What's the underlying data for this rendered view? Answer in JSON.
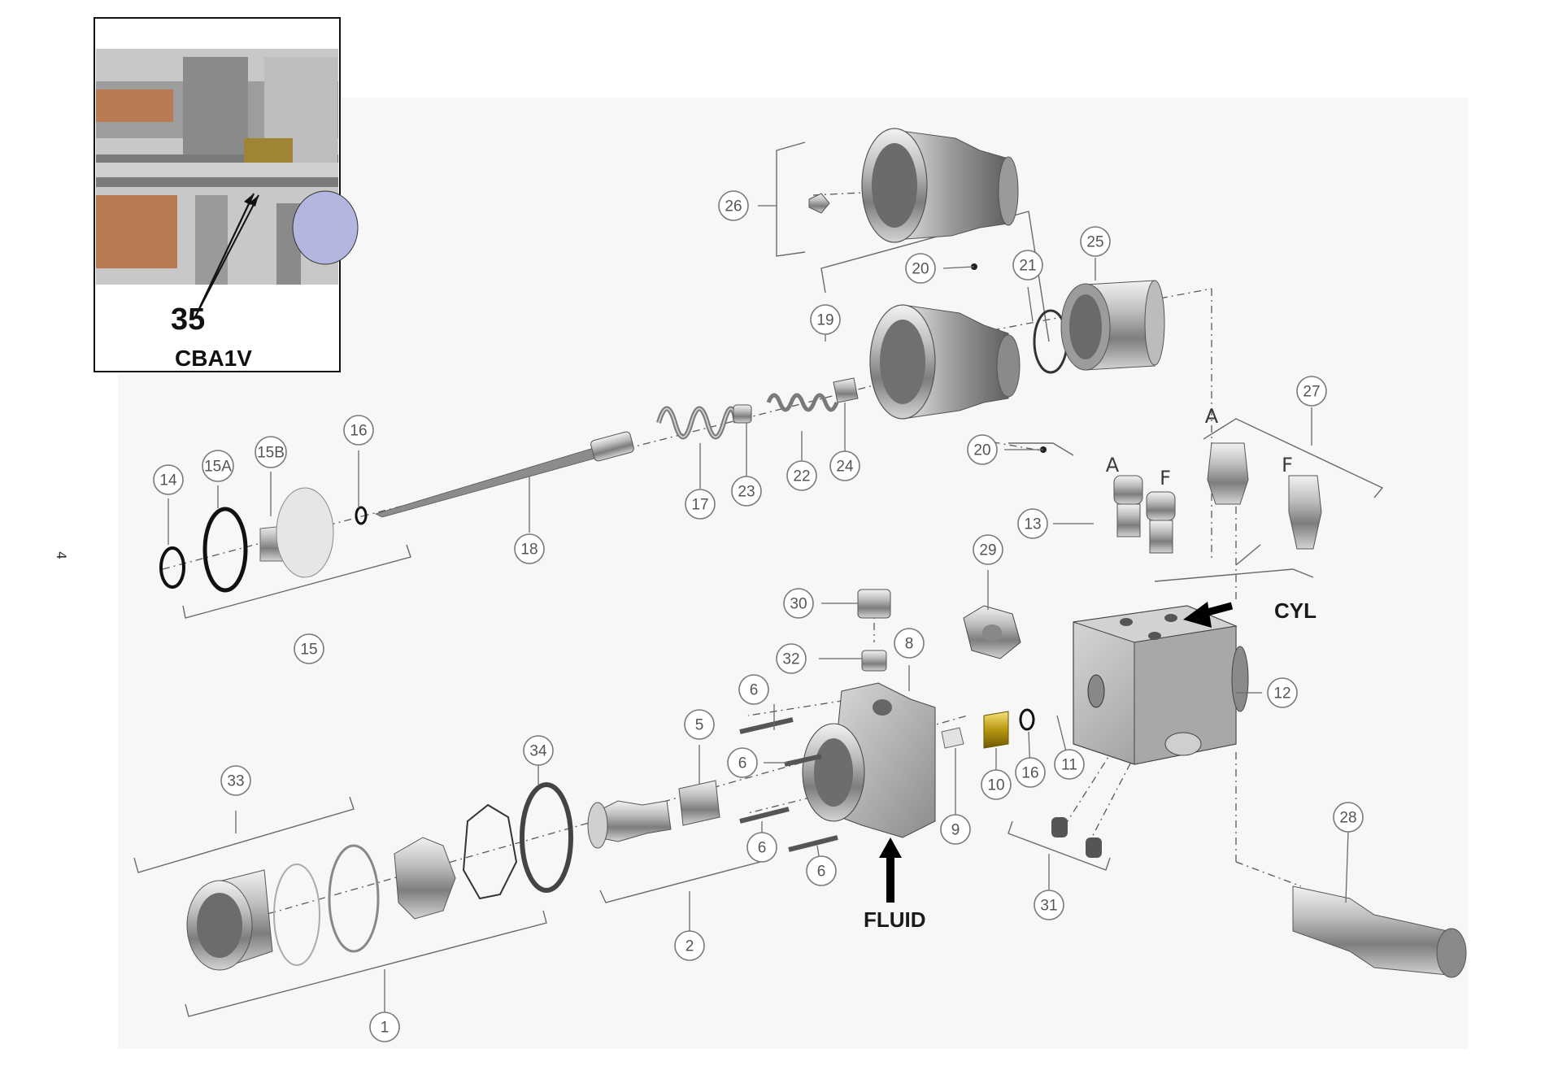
{
  "page_marker": "4",
  "inset": {
    "callout_number": "35",
    "model_label": "CBA1V"
  },
  "labels": {
    "cyl": "CYL",
    "fluid": "FLUID"
  },
  "port_letters": {
    "a_upper": "A",
    "f_upper": "F",
    "a_fitting": "A",
    "f_fitting": "F"
  },
  "callouts": [
    {
      "id": "c1",
      "text": "1"
    },
    {
      "id": "c2",
      "text": "2"
    },
    {
      "id": "c5",
      "text": "5"
    },
    {
      "id": "c6a",
      "text": "6"
    },
    {
      "id": "c6b",
      "text": "6"
    },
    {
      "id": "c6c",
      "text": "6"
    },
    {
      "id": "c6d",
      "text": "6"
    },
    {
      "id": "c8",
      "text": "8"
    },
    {
      "id": "c9",
      "text": "9"
    },
    {
      "id": "c10",
      "text": "10"
    },
    {
      "id": "c11",
      "text": "11"
    },
    {
      "id": "c12",
      "text": "12"
    },
    {
      "id": "c13",
      "text": "13"
    },
    {
      "id": "c14",
      "text": "14"
    },
    {
      "id": "c15",
      "text": "15"
    },
    {
      "id": "c15a",
      "text": "15A"
    },
    {
      "id": "c15b",
      "text": "15B"
    },
    {
      "id": "c16a",
      "text": "16"
    },
    {
      "id": "c16b",
      "text": "16"
    },
    {
      "id": "c17",
      "text": "17"
    },
    {
      "id": "c18",
      "text": "18"
    },
    {
      "id": "c19",
      "text": "19"
    },
    {
      "id": "c20a",
      "text": "20"
    },
    {
      "id": "c20b",
      "text": "20"
    },
    {
      "id": "c21",
      "text": "21"
    },
    {
      "id": "c22",
      "text": "22"
    },
    {
      "id": "c23",
      "text": "23"
    },
    {
      "id": "c24",
      "text": "24"
    },
    {
      "id": "c25",
      "text": "25"
    },
    {
      "id": "c26",
      "text": "26"
    },
    {
      "id": "c27",
      "text": "27"
    },
    {
      "id": "c28",
      "text": "28"
    },
    {
      "id": "c29",
      "text": "29"
    },
    {
      "id": "c30",
      "text": "30"
    },
    {
      "id": "c31",
      "text": "31"
    },
    {
      "id": "c32",
      "text": "32"
    },
    {
      "id": "c33",
      "text": "33"
    },
    {
      "id": "c34",
      "text": "34"
    }
  ]
}
